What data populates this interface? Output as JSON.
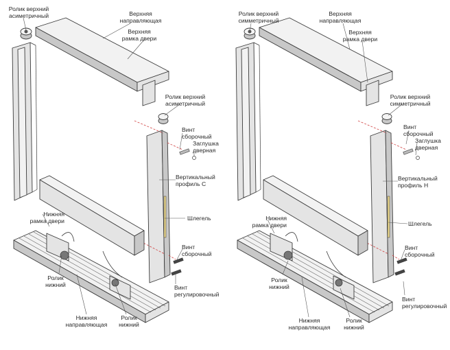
{
  "diagrams": [
    {
      "labels": {
        "top_roller": "Ролик верхний\nасиметричный",
        "top_rail": "Верхняя\nнаправляющая",
        "top_frame": "Верхняя\nрамка двери",
        "side_roller": "Ролик верхний\nасиметричный",
        "screw_assembly_top": "Винт\nсборочный",
        "door_plug": "Заглушка\nдверная",
        "vertical_profile": "Вертикальный\nпрофиль С",
        "seal": "Шлегель",
        "bottom_frame": "Нижняя\nрамка двери",
        "screw_assembly_bottom": "Винт\nсборочный",
        "bottom_roller_left": "Ролик\nнижний",
        "adjust_screw": "Винт\nрегулировочный",
        "bottom_rail": "Нижняя\nнаправляющая",
        "bottom_roller_right": "Ролик\nнижний"
      }
    },
    {
      "labels": {
        "top_roller": "Ролик верхний\nсимметричный",
        "top_rail": "Верхняя\nнаправляющая",
        "top_frame": "Верхняя\nрамка двери",
        "side_roller": "Ролик верхний\nсимметричный",
        "screw_assembly_top": "Винт\nсборочный",
        "door_plug": "Заглушка\nдверная",
        "vertical_profile": "Вертикальный\nпрофиль Н",
        "seal": "Шлегель",
        "bottom_frame": "Нижняя\nрамка двери",
        "screw_assembly_bottom": "Винт\nсборочный",
        "bottom_roller_left": "Ролик\nнижний",
        "adjust_screw": "Винт\nрегулировочный",
        "bottom_rail": "Нижняя\nнаправляющая",
        "bottom_roller_right": "Ролик\nнижний"
      }
    }
  ],
  "colors": {
    "stroke": "#3a3a3a",
    "panel_fill": "#e4e4e4",
    "panel_light": "#f2f2f2",
    "panel_dark": "#c8c8c8",
    "accent_dash": "#d04040",
    "seal": "#e8d48a"
  }
}
